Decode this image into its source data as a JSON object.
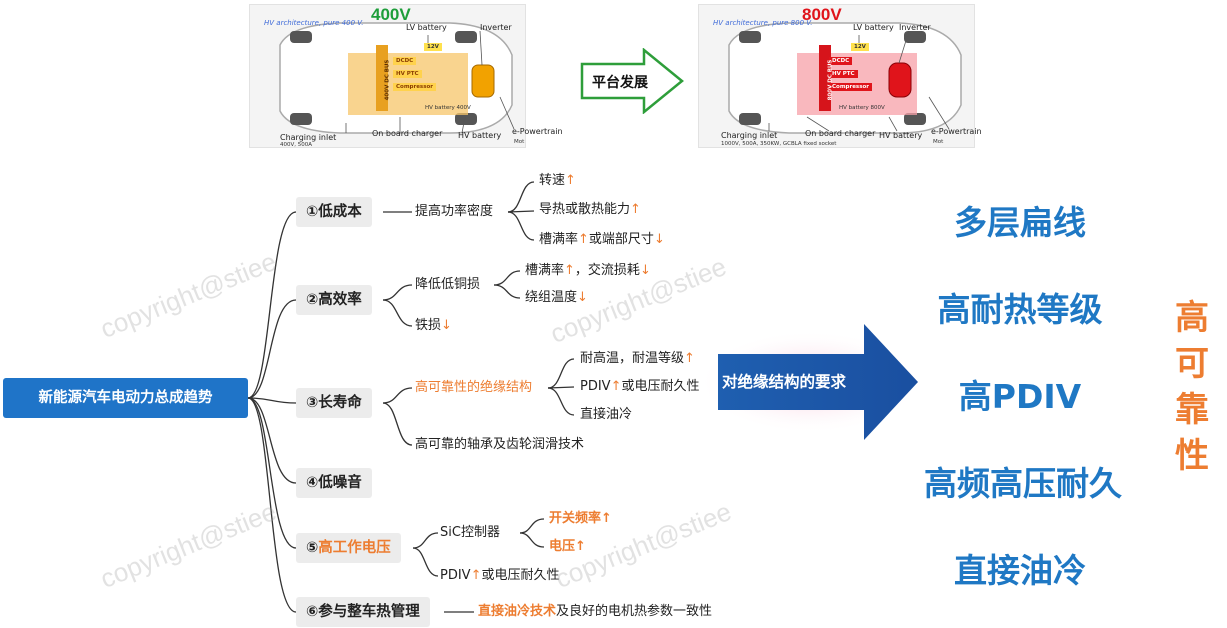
{
  "platforms": {
    "left": {
      "arch": "HV architecture, pure 400 V.",
      "voltage": "400V",
      "lv_battery": "LV battery",
      "inverter": "Inverter",
      "dcdc": "DCDC",
      "hv_ptc": "HV PTC",
      "compressor": "Compressor",
      "bus": "400V DC BUS",
      "hv_battery_small": "HV battery 400V",
      "lv12": "12V",
      "charging_inlet": "Charging inlet",
      "charging_spec": "400V, 500A",
      "on_board_charger": "On board charger",
      "hv_battery": "HV battery",
      "epowertrain": "e-Powertrain",
      "motor": "Mot",
      "color": "#1e9e3a"
    },
    "arrow_label": "平台发展",
    "right": {
      "arch": "HV architecture, pure 800 V.",
      "voltage": "800V",
      "lv_battery": "LV battery",
      "inverter": "Inverter",
      "dcdc": "DCDC",
      "hv_ptc": "HV PTC",
      "compressor": "Compressor",
      "bus": "800V DC BUS",
      "hv_battery_small": "HV battery 800V",
      "lv12": "12V",
      "charging_inlet": "Charging inlet",
      "charging_spec": "1000V, 500A, 350KW, GCBLA fixed socket",
      "on_board_charger": "On board charger",
      "hv_battery": "HV battery",
      "epowertrain": "e-Powertrain",
      "motor": "Mot",
      "color": "#e0141b"
    }
  },
  "mindmap": {
    "root": "新能源汽车电动力总成趋势",
    "topics": [
      {
        "label": "①低成本",
        "sub": "提高功率密度",
        "leaves": [
          "转速",
          "导热或散热能力",
          "槽满率",
          "或端部尺寸"
        ]
      },
      {
        "label": "②高效率",
        "sub": "降低低铜损",
        "leaves": [
          "槽满率",
          "，交流损耗",
          "绕组温度"
        ],
        "sub2": "铁损"
      },
      {
        "label": "③长寿命",
        "sub": "高可靠性的绝缘结构",
        "leaves": [
          "耐高温，耐温等级",
          "PDIV",
          "或电压耐久性",
          "直接油冷"
        ],
        "sub2": "高可靠的轴承及齿轮润滑技术"
      },
      {
        "label": "④低噪音"
      },
      {
        "label": "⑤",
        "label_orange": "高工作电压",
        "sub": "SiC控制器",
        "leaves": [
          "开关频率",
          "电压"
        ],
        "sub2a": "PDIV",
        "sub2b": "或电压耐久性"
      },
      {
        "label": "⑥参与整车热管理",
        "sub_orange": "直接油冷技术",
        "sub_rest": "及良好的电机热参数一致性"
      }
    ],
    "arrows": {
      "up": "↑",
      "down": "↓"
    }
  },
  "arrow_box": "对绝缘结构的要求",
  "requirements": [
    "多层扁线",
    "高耐热等级",
    "高PDIV",
    "高频高压耐久",
    "直接油冷"
  ],
  "vertical_label": [
    "高",
    "可",
    "靠",
    "性"
  ],
  "watermark": "copyright@stiee",
  "colors": {
    "blue": "#1f78c4",
    "orange": "#ed7d31",
    "root": "#1f74c8"
  }
}
